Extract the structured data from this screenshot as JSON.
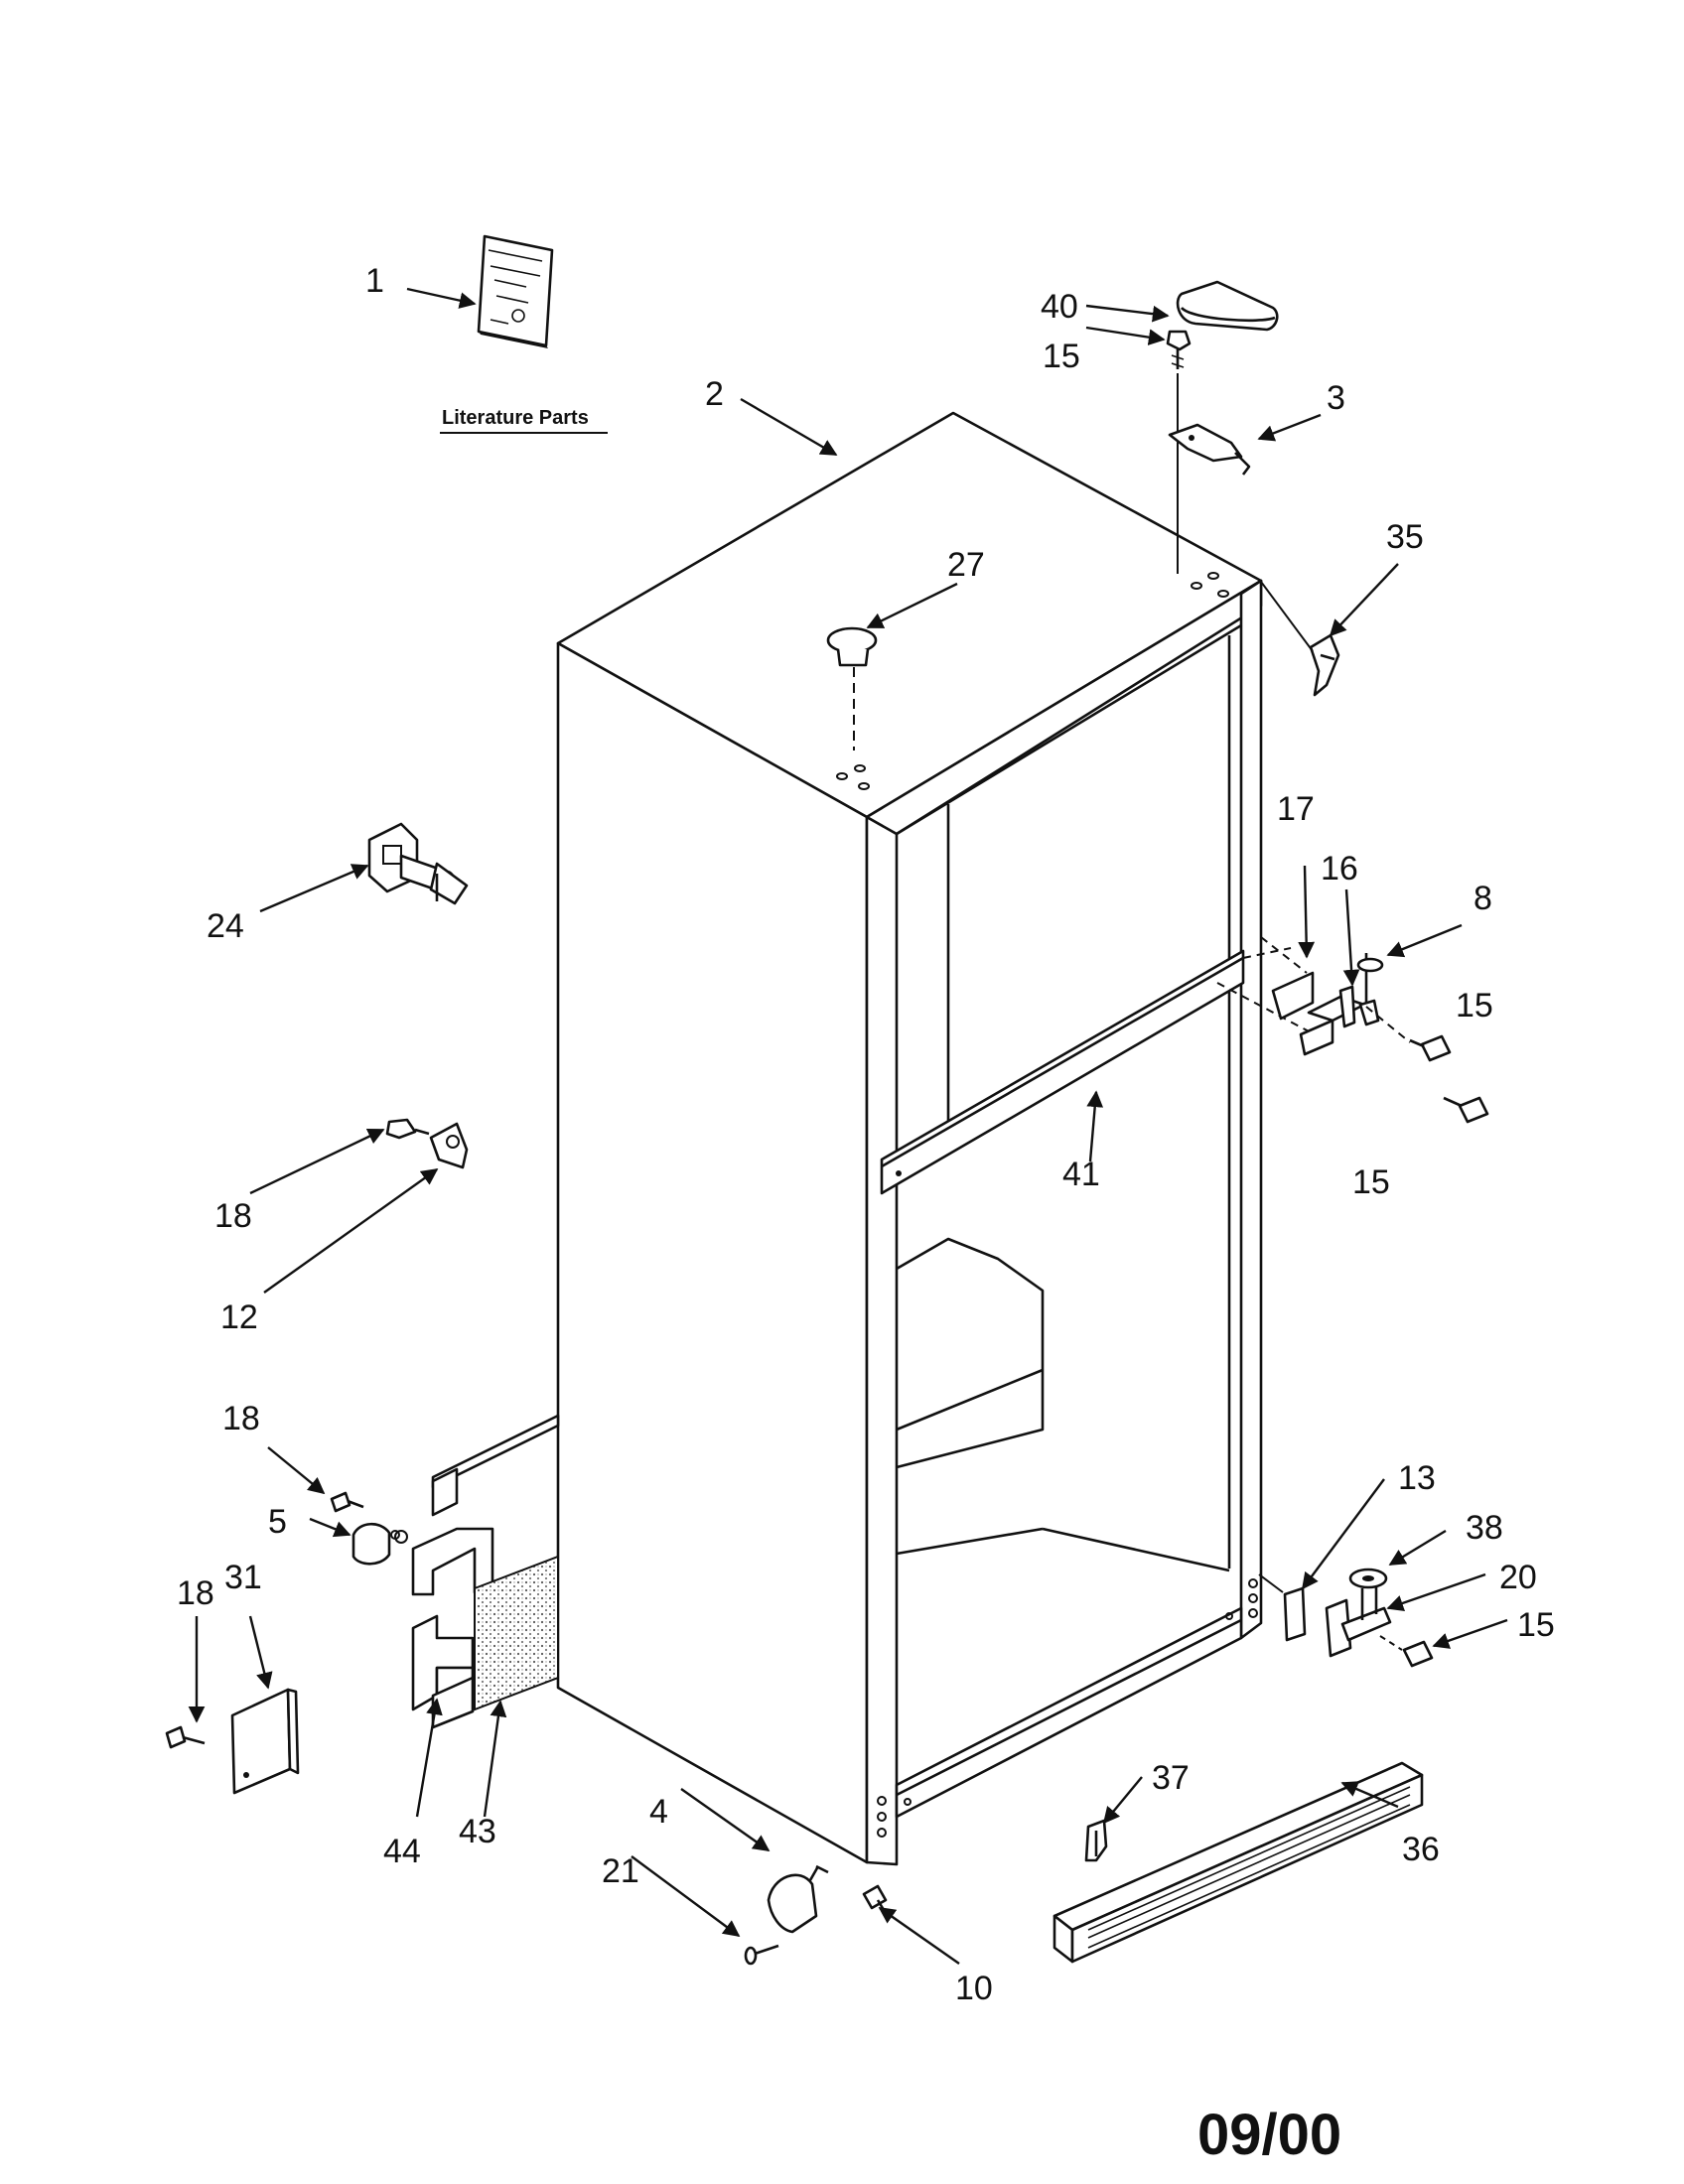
{
  "literature": {
    "label": "Literature Parts"
  },
  "date_code": "09/00",
  "callouts": {
    "c1": "1",
    "c2": "2",
    "c3": "3",
    "c40": "40",
    "c15_top": "15",
    "c35": "35",
    "c27": "27",
    "c24": "24",
    "c17": "17",
    "c16": "16",
    "c8": "8",
    "c15_a": "15",
    "c15_b": "15",
    "c41": "41",
    "c18_a": "18",
    "c12": "12",
    "c18_b": "18",
    "c5": "5",
    "c18_c": "18",
    "c31": "31",
    "c44": "44",
    "c43": "43",
    "c13": "13",
    "c38": "38",
    "c20": "20",
    "c15_c": "15",
    "c37": "37",
    "c36": "36",
    "c4": "4",
    "c21": "21",
    "c10": "10"
  },
  "colors": {
    "ink": "#111111",
    "paper": "#ffffff"
  }
}
